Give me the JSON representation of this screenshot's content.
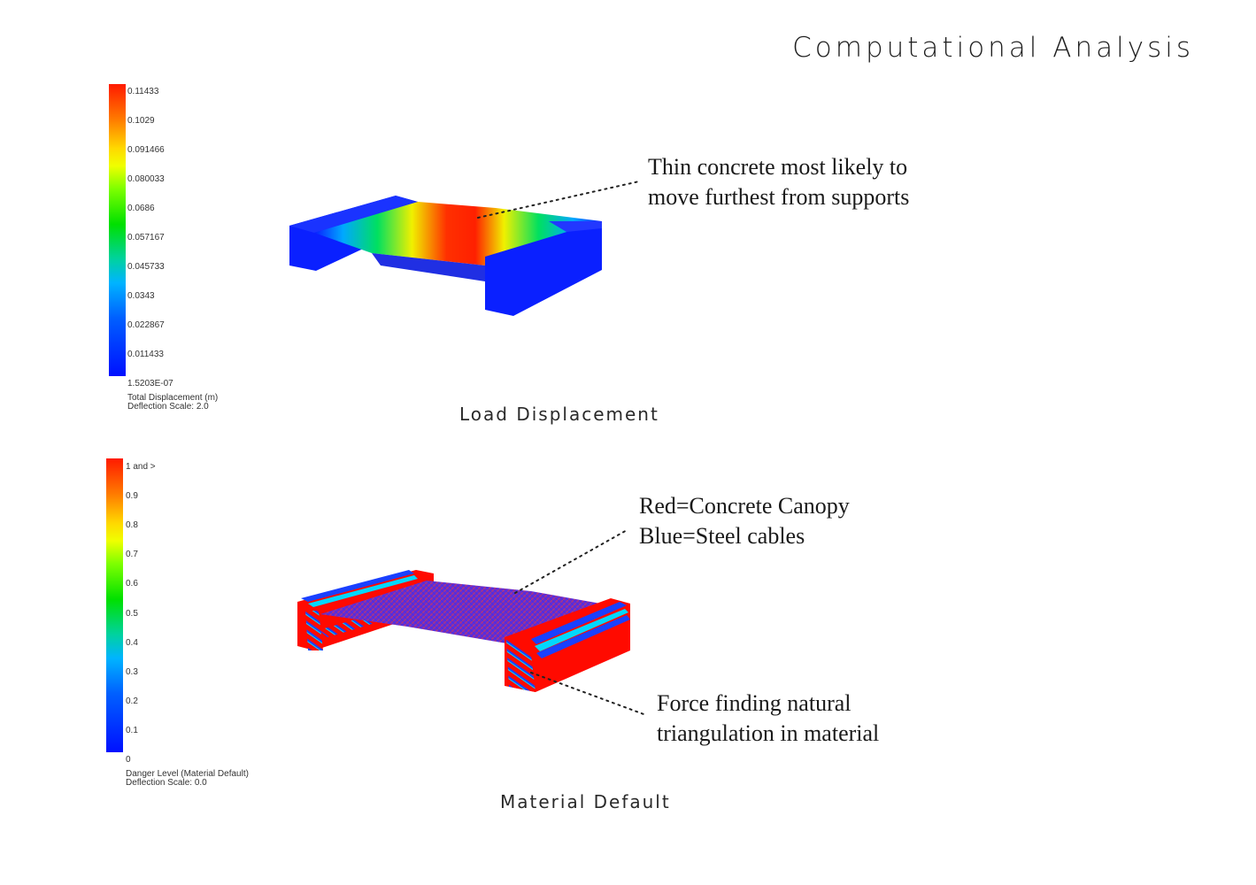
{
  "page_title": "Computational Analysis",
  "panels": [
    {
      "legend": {
        "ticks": [
          "0.11433",
          "0.1029",
          "0.091466",
          "0.080033",
          "0.0686",
          "0.057167",
          "0.045733",
          "0.0343",
          "0.022867",
          "0.011433"
        ],
        "min_label": "1.5203E-07",
        "metric": "Total Displacement (m)",
        "scale": "Deflection Scale: 2.0"
      },
      "annotations": [
        {
          "lines": [
            "Thin concrete most likely to",
            "move furthest from supports"
          ]
        }
      ],
      "caption": "Load Displacement"
    },
    {
      "legend": {
        "ticks": [
          "1 and >",
          "0.9",
          "0.8",
          "0.7",
          "0.6",
          "0.5",
          "0.4",
          "0.3",
          "0.2",
          "0.1"
        ],
        "min_label": "0",
        "metric": "Danger Level (Material Default)",
        "scale": "Deflection Scale: 0.0"
      },
      "annotations": [
        {
          "lines": [
            "Red=Concrete Canopy",
            "Blue=Steel cables"
          ]
        },
        {
          "lines": [
            "Force finding natural",
            "triangulation in material"
          ]
        }
      ],
      "caption": "Material Default"
    }
  ],
  "colors": {
    "scale_gradient": [
      "#ff1a00",
      "#ff8c00",
      "#ffff00",
      "#00e000",
      "#00c8c8",
      "#0050ff",
      "#0010ff"
    ],
    "support_blue": "#0a1eff",
    "concrete_red": "#ff0a00",
    "cable_purple": "#7a2ccf"
  }
}
